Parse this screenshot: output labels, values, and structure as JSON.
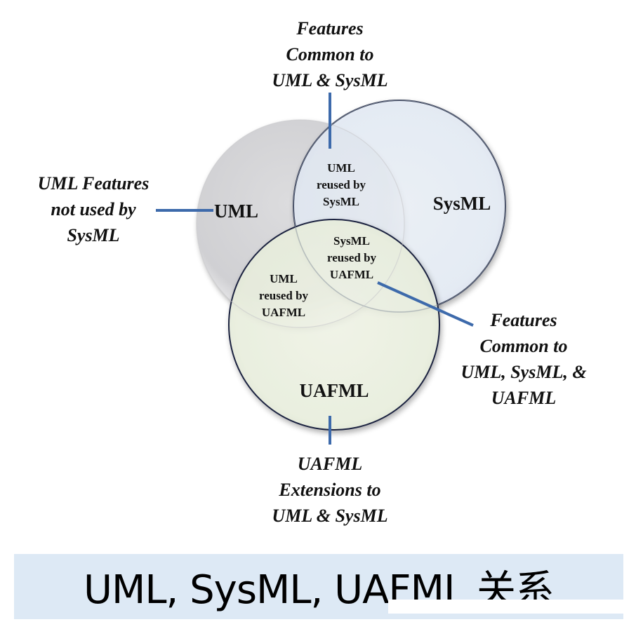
{
  "diagram": {
    "type": "venn",
    "sets": [
      {
        "id": "uml",
        "label": "UML",
        "color": "#d4d4d6"
      },
      {
        "id": "sysml",
        "label": "SysML",
        "color": "#e8eef7"
      },
      {
        "id": "uafml",
        "label": "UAFML",
        "color": "#eef3e2"
      }
    ],
    "intersections": {
      "uml_sysml": [
        "UML",
        "reused by",
        "SysML"
      ],
      "sysml_uafml": [
        "SysML",
        "reused by",
        "UAFML"
      ],
      "uml_uafml": [
        "UML",
        "reused by",
        "UAFML"
      ]
    },
    "callouts": {
      "top": [
        "Features",
        "Common to",
        "UML & SysML"
      ],
      "left": [
        "UML Features",
        "not used by",
        "SysML"
      ],
      "right": [
        "Features",
        "Common to",
        "UML, SysML, &",
        "UAFML"
      ],
      "bottom": [
        "UAFML",
        "Extensions to",
        "UML & SysML"
      ]
    },
    "connector_color": "#3d6aab"
  },
  "caption": {
    "text": "UML, SysML, UAFML 关系",
    "background": "#dde9f5"
  }
}
